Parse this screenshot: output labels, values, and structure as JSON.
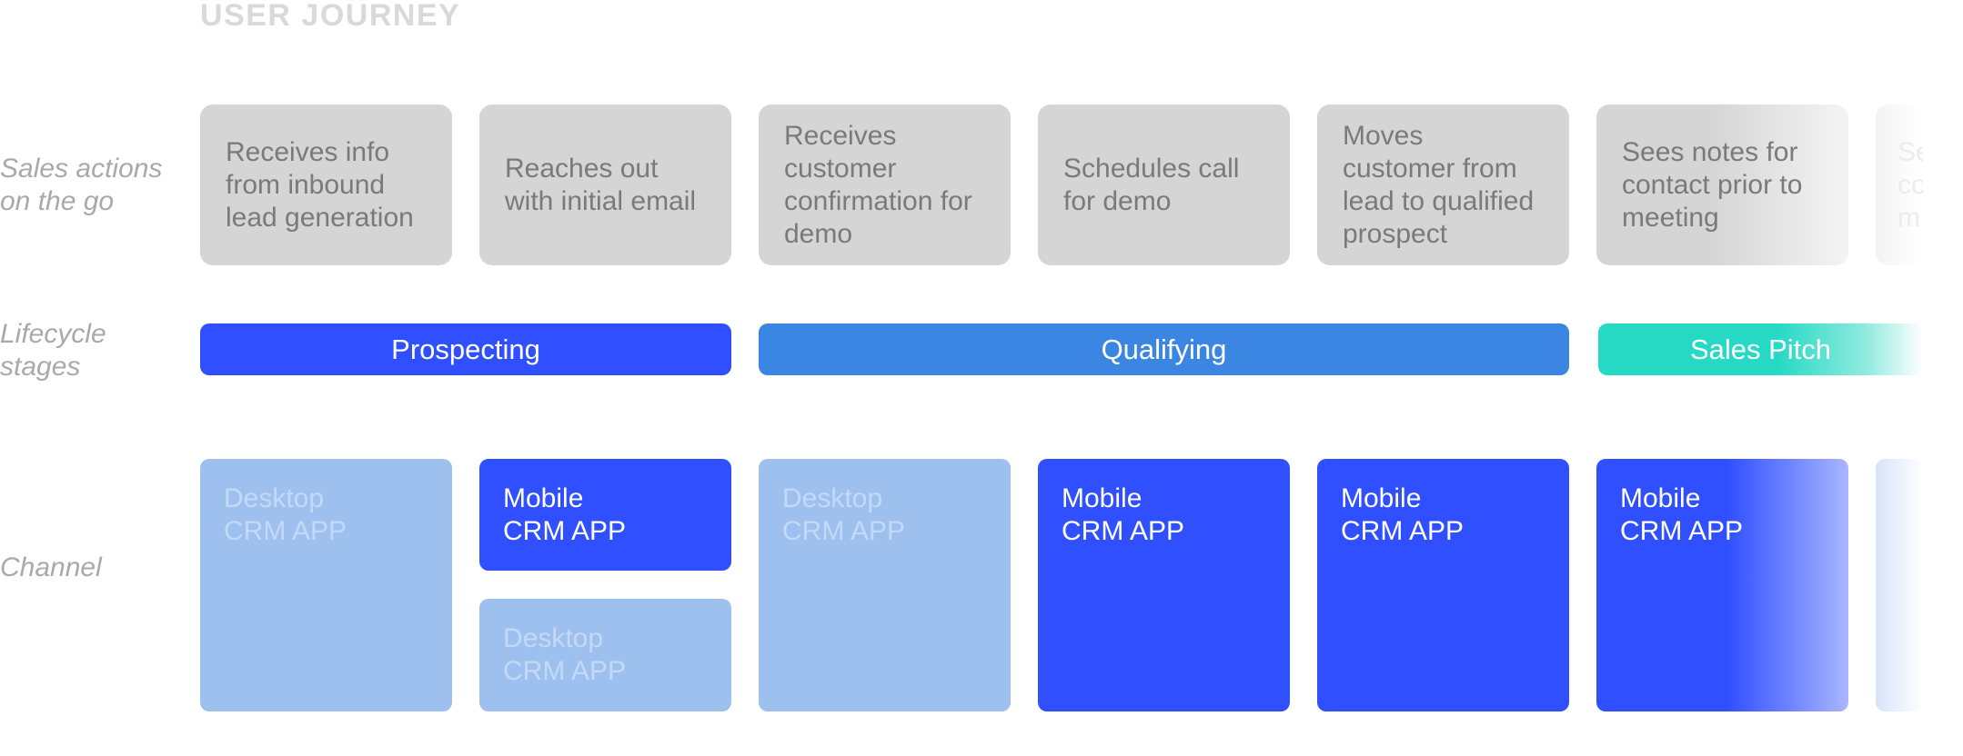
{
  "title": "USER JOURNEY",
  "row_labels": {
    "sales_actions": [
      "Sales actions",
      "on the go"
    ],
    "lifecycle": [
      "Lifecycle",
      "stages"
    ],
    "channel": "Channel"
  },
  "actions": [
    [
      "Receives info",
      "from inbound",
      "lead generation"
    ],
    [
      "Reaches out",
      "with initial email"
    ],
    [
      "Receives",
      "customer",
      "confirmation for",
      "demo"
    ],
    [
      "Schedules call",
      "for demo"
    ],
    [
      "Moves",
      "customer from",
      "lead to qualified",
      "prospect"
    ],
    [
      "Sees notes for",
      "contact prior to",
      "meeting"
    ],
    [
      "Se",
      "co",
      "m"
    ]
  ],
  "stages": [
    "Prospecting",
    "Qualifying",
    "Sales Pitch"
  ],
  "channels": {
    "desktop": [
      "Desktop",
      "CRM APP"
    ],
    "mobile": [
      "Mobile",
      "CRM APP"
    ]
  },
  "colors": {
    "prospecting": "#3050ff",
    "qualifying": "#3b86e3",
    "sales_pitch": "#26d9c4",
    "mobile": "#3050ff",
    "desktop": "#9dc0ef",
    "action_card": "#d5d5d5"
  }
}
